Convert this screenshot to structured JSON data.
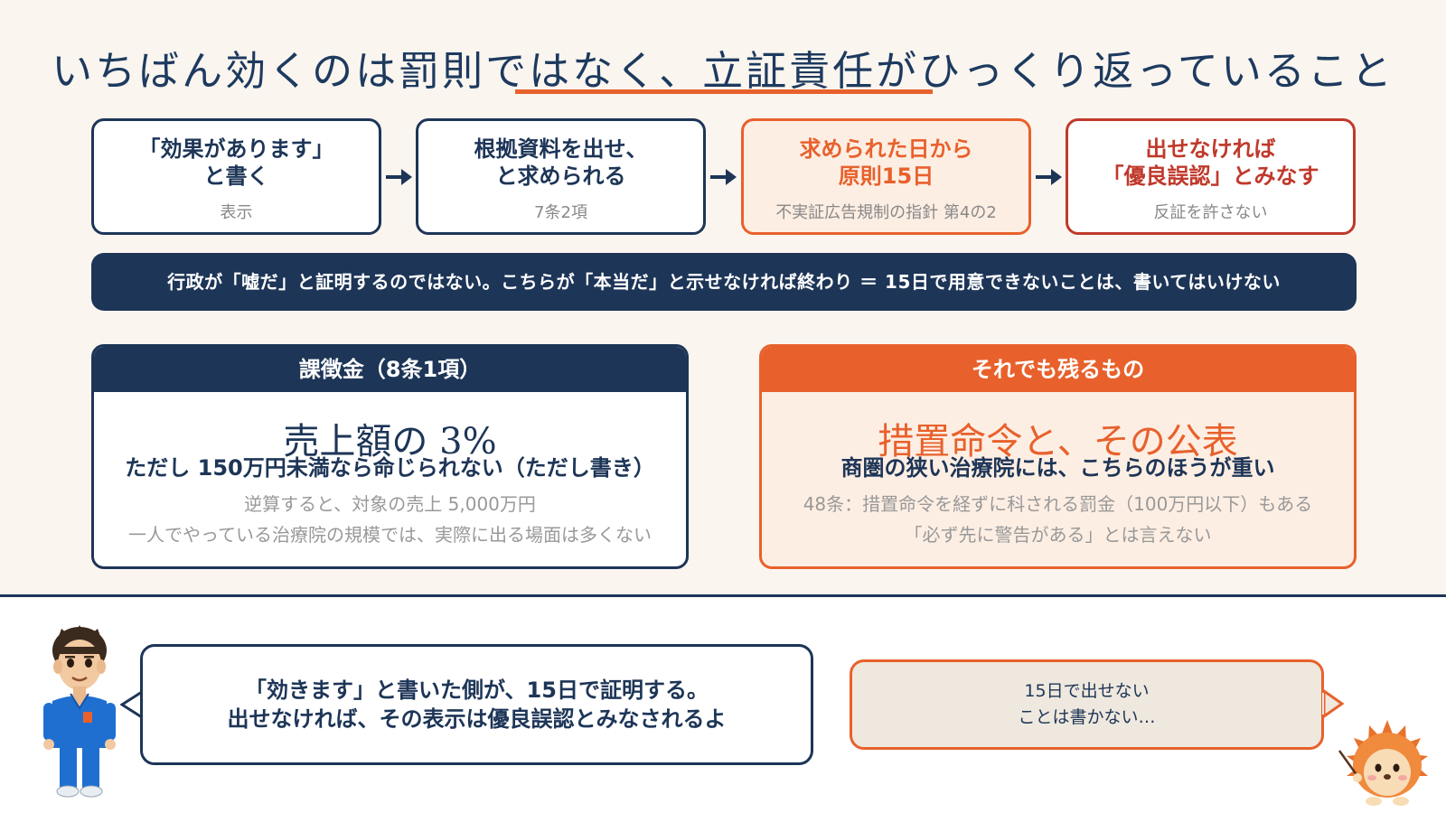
{
  "title": "いちばん効くのは罰則ではなく、立証責任がひっくり返っていること",
  "steps": [
    {
      "main_line1": "「効果があります」",
      "main_line2": "と書く",
      "sub": "表示"
    },
    {
      "main_line1": "根拠資料を出せ、",
      "main_line2": "と求められる",
      "sub": "7条2項"
    },
    {
      "main_line1": "求められた日から",
      "main_line2": "原則15日",
      "sub": "不実証広告規制の指針 第4の2"
    },
    {
      "main_line1": "出せなければ",
      "main_line2": "「優良誤認」とみなす",
      "sub": "反証を許さない"
    }
  ],
  "banner": "行政が「嘘だ」と証明するのではない。こちらが「本当だ」と示せなければ終わり ＝ 15日で用意できないことは、書いてはいけない",
  "left_panel": {
    "header": "課徴金（8条1項）",
    "big": "売上額の 3%",
    "bold": "ただし 150万円未満なら命じられない（ただし書き）",
    "gray1": "逆算すると、対象の売上 5,000万円",
    "gray2": "一人でやっている治療院の規模では、実際に出る場面は多くない"
  },
  "right_panel": {
    "header": "それでも残るもの",
    "big": "措置命令と、その公表",
    "bold": "商圏の狭い治療院には、こちらのほうが重い",
    "gray1": "48条：措置命令を経ずに科される罰金（100万円以下）もある",
    "gray2": "「必ず先に警告がある」とは言えない"
  },
  "speech_left": {
    "line1": "「効きます」と書いた側が、15日で証明する。",
    "line2": "出せなければ、その表示は優良誤認とみなされるよ"
  },
  "speech_right": {
    "line1": "15日で出せない",
    "line2": "ことは書かない…"
  },
  "colors": {
    "navy": "#1d3557",
    "orange": "#e8612c",
    "red": "#c0392b",
    "background": "#faf5ef"
  },
  "icons": [
    "arrow-right-icon",
    "doctor-avatar",
    "hedgehog-avatar"
  ]
}
